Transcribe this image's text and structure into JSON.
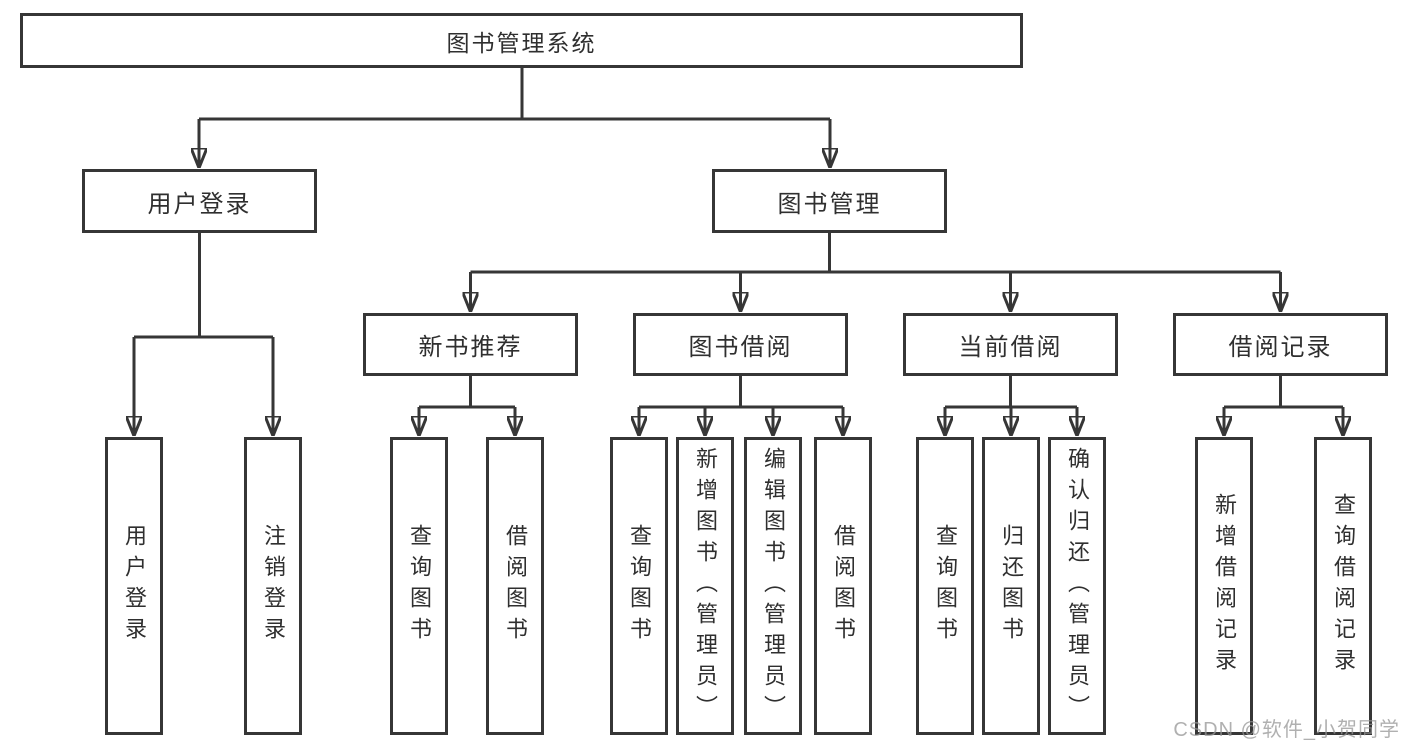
{
  "diagram_title": "图书管理系统",
  "colors": {
    "line": "#363636",
    "box_border": "#363636",
    "box_background": "#ffffff",
    "text": "#2f2f2f",
    "watermark": "#969696"
  },
  "nodes": {
    "root": {
      "label": "图书管理系统"
    },
    "level2": [
      {
        "label": "用户登录"
      },
      {
        "label": "图书管理"
      }
    ],
    "level3": [
      {
        "label": "新书推荐"
      },
      {
        "label": "图书借阅"
      },
      {
        "label": "当前借阅"
      },
      {
        "label": "借阅记录"
      }
    ],
    "leaves": [
      {
        "label": "用户登录"
      },
      {
        "label": "注销登录"
      },
      {
        "label": "查询图书"
      },
      {
        "label": "借阅图书"
      },
      {
        "label": "查询图书"
      },
      {
        "label": "新增图书（管理员）"
      },
      {
        "label": "编辑图书（管理员）"
      },
      {
        "label": "借阅图书"
      },
      {
        "label": "查询图书"
      },
      {
        "label": "归还图书"
      },
      {
        "label": "确认归还（管理员）"
      },
      {
        "label": "新增借阅记录"
      },
      {
        "label": "查询借阅记录"
      }
    ]
  },
  "structure": {
    "图书管理系统": {
      "用户登录": [
        "用户登录",
        "注销登录"
      ],
      "图书管理": {
        "新书推荐": [
          "查询图书",
          "借阅图书"
        ],
        "图书借阅": [
          "查询图书",
          "新增图书（管理员）",
          "编辑图书（管理员）",
          "借阅图书"
        ],
        "当前借阅": [
          "查询图书",
          "归还图书",
          "确认归还（管理员）"
        ],
        "借阅记录": [
          "新增借阅记录",
          "查询借阅记录"
        ]
      }
    }
  },
  "watermark": {
    "text": "CSDN @软件_小贺同学"
  }
}
